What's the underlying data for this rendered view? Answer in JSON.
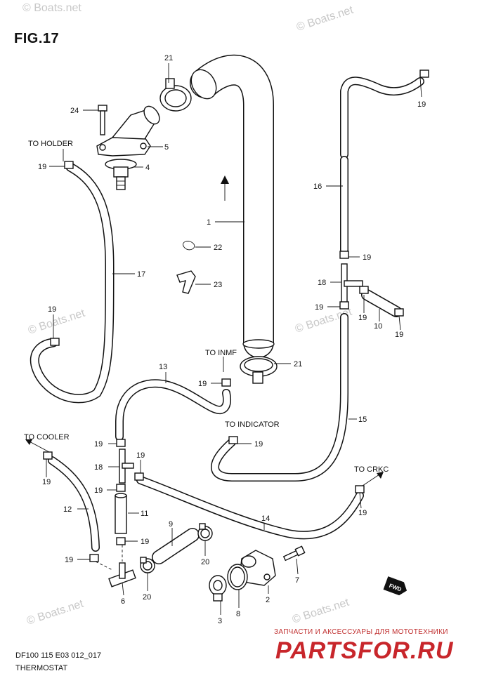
{
  "figure": {
    "title": "FIG.17"
  },
  "footer": {
    "code": "DF100 115 E03 012_017",
    "title": "THERMOSTAT"
  },
  "watermark": {
    "text": "© Boats.net"
  },
  "brand": {
    "tagline": "ЗАПЧАСТИ И АКСЕССУАРЫ ДЛЯ МОТОТЕХНИКИ",
    "logo": "PARTSFOR.RU"
  },
  "annotations": {
    "to_holder": "TO HOLDER",
    "to_inmf": "TO INMF",
    "to_indicator": "TO INDICATOR",
    "to_cooler": "TO COOLER",
    "to_crkc": "TO CRKC",
    "fwd": "FWD"
  },
  "callouts": {
    "c1": "1",
    "c2": "2",
    "c3": "3",
    "c4": "4",
    "c5": "5",
    "c6": "6",
    "c7": "7",
    "c8": "8",
    "c9": "9",
    "c10": "10",
    "c11": "11",
    "c12": "12",
    "c13": "13",
    "c14": "14",
    "c15": "15",
    "c16": "16",
    "c17": "17",
    "c18a": "18",
    "c18b": "18",
    "c19": "19",
    "c20a": "20",
    "c20b": "20",
    "c21a": "21",
    "c21b": "21",
    "c22": "22",
    "c23": "23",
    "c24": "24"
  }
}
